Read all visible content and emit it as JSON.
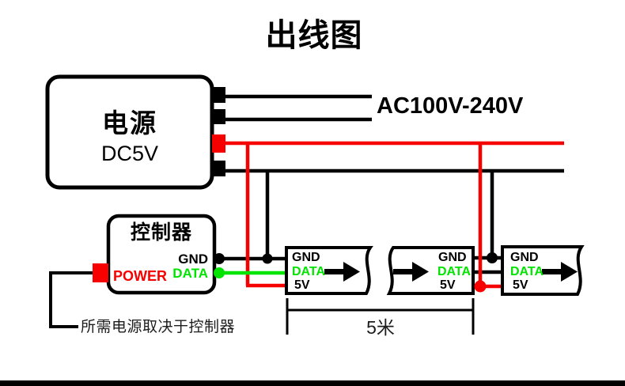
{
  "title": "出线图",
  "power_supply": {
    "name": "电源",
    "output": "DC5V",
    "ac_input_label": "AC100V-240V"
  },
  "controller": {
    "name": "控制器",
    "power_port_label": "POWER",
    "gnd_pin_label": "GND",
    "data_pin_label": "DATA"
  },
  "note": "所需电源取决于控制器",
  "led_strips": [
    {
      "gnd": "GND",
      "data": "DATA",
      "power": "5V"
    },
    {
      "gnd": "GND",
      "data": "DATA",
      "power": "5V"
    },
    {
      "gnd": "GND",
      "data": "DATA",
      "power": "5V"
    }
  ],
  "dimension_label": "5米",
  "colors": {
    "wire_red": "#f60000",
    "wire_green": "#00e400",
    "wire_black": "#000000"
  }
}
